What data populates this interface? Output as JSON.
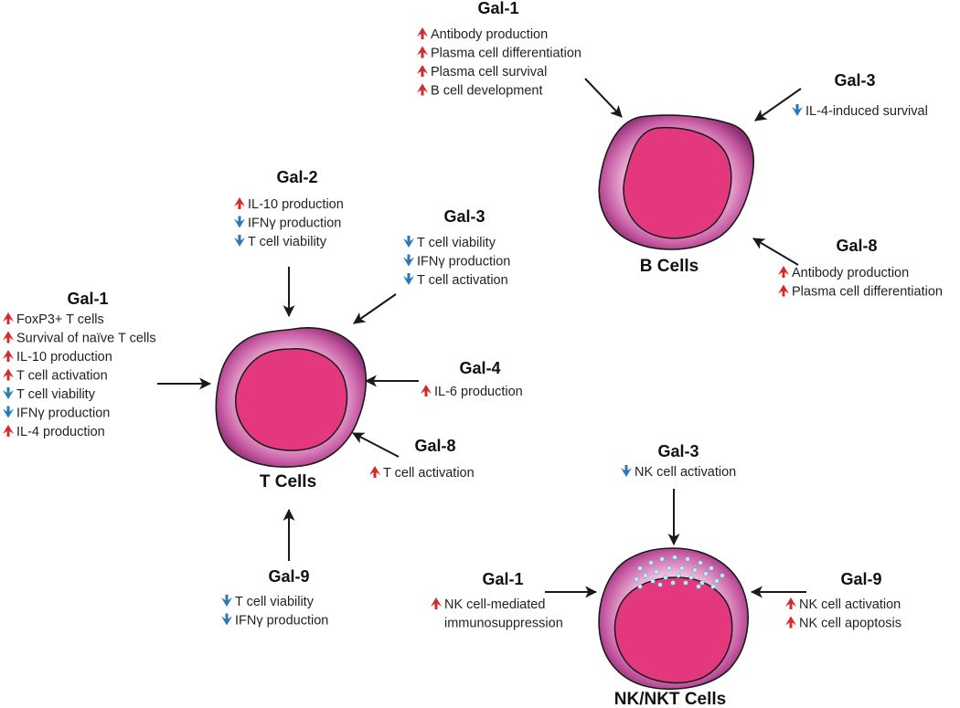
{
  "colors": {
    "up": "#d52a2a",
    "down": "#2a78b8",
    "cell_outer": "#b8468f",
    "cell_nucleus": "#e4387e",
    "cell_edge": "#1a1a1a",
    "granule": "#bfeaf3"
  },
  "cells": {
    "t": {
      "label": "T Cells"
    },
    "b": {
      "label": "B Cells"
    },
    "nk": {
      "label": "NK/NKT Cells"
    }
  },
  "groups": [
    {
      "id": "t-gal1",
      "title": "Gal-1",
      "effects": [
        {
          "dir": "up",
          "text": "FoxP3+ T cells"
        },
        {
          "dir": "up",
          "text": "Survival of naïve T cells"
        },
        {
          "dir": "up",
          "text": "IL-10 production"
        },
        {
          "dir": "up",
          "text": "T cell activation"
        },
        {
          "dir": "down",
          "text": "T cell viability"
        },
        {
          "dir": "down",
          "text": "IFNγ production"
        },
        {
          "dir": "up",
          "text": "IL-4 production"
        }
      ]
    },
    {
      "id": "t-gal2",
      "title": "Gal-2",
      "effects": [
        {
          "dir": "up",
          "text": "IL-10 production"
        },
        {
          "dir": "down",
          "text": "IFNγ production"
        },
        {
          "dir": "down",
          "text": "T cell viability"
        }
      ]
    },
    {
      "id": "t-gal3",
      "title": "Gal-3",
      "effects": [
        {
          "dir": "down",
          "text": "T cell viability"
        },
        {
          "dir": "down",
          "text": "IFNγ production"
        },
        {
          "dir": "down",
          "text": "T cell activation"
        }
      ]
    },
    {
      "id": "t-gal4",
      "title": "Gal-4",
      "effects": [
        {
          "dir": "up",
          "text": "IL-6 production"
        }
      ]
    },
    {
      "id": "t-gal8",
      "title": "Gal-8",
      "effects": [
        {
          "dir": "up",
          "text": "T cell activation"
        }
      ]
    },
    {
      "id": "t-gal9",
      "title": "Gal-9",
      "effects": [
        {
          "dir": "down",
          "text": "T cell viability"
        },
        {
          "dir": "down",
          "text": "IFNγ production"
        }
      ]
    },
    {
      "id": "b-gal1",
      "title": "Gal-1",
      "effects": [
        {
          "dir": "up",
          "text": "Antibody production"
        },
        {
          "dir": "up",
          "text": "Plasma cell differentiation"
        },
        {
          "dir": "up",
          "text": "Plasma cell survival"
        },
        {
          "dir": "up",
          "text": "B cell development"
        }
      ]
    },
    {
      "id": "b-gal3",
      "title": "Gal-3",
      "effects": [
        {
          "dir": "down",
          "text": "IL-4-induced survival"
        }
      ]
    },
    {
      "id": "b-gal8",
      "title": "Gal-8",
      "effects": [
        {
          "dir": "up",
          "text": "Antibody production"
        },
        {
          "dir": "up",
          "text": "Plasma cell differentiation"
        }
      ]
    },
    {
      "id": "nk-gal3",
      "title": "Gal-3",
      "effects": [
        {
          "dir": "down",
          "text": "NK cell activation"
        }
      ]
    },
    {
      "id": "nk-gal1",
      "title": "Gal-1",
      "effects": [
        {
          "dir": "up",
          "text": "NK cell-mediated"
        },
        {
          "dir": "none",
          "text": "immunosuppression"
        }
      ]
    },
    {
      "id": "nk-gal9",
      "title": "Gal-9",
      "effects": [
        {
          "dir": "up",
          "text": "NK cell activation"
        },
        {
          "dir": "up",
          "text": "NK cell apoptosis"
        }
      ]
    }
  ]
}
